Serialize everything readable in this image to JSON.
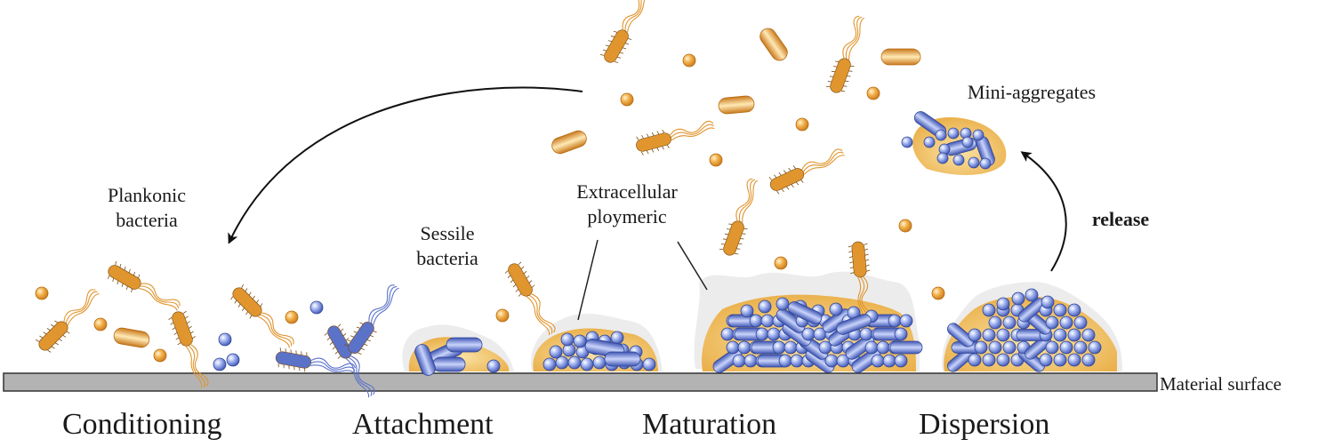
{
  "labels": {
    "planktonic_line1": "Plankonic",
    "planktonic_line2": "bacteria",
    "sessile_line1": "Sessile",
    "sessile_line2": "bacteria",
    "eps_line1": "Extracellular",
    "eps_line2": "ploymeric",
    "mini_aggregates": "Mini-aggregates",
    "release": "release",
    "material_surface": "Material surface"
  },
  "stages": [
    "Conditioning",
    "Attachment",
    "Maturation",
    "Dispersion"
  ],
  "colors": {
    "planktonic": "#e0952e",
    "sessile": "#5b72c9",
    "eps_matrix": "#f0c46a",
    "eps_halo": "#ececec",
    "surface": "#b3b3b3",
    "arrow": "#111111"
  }
}
